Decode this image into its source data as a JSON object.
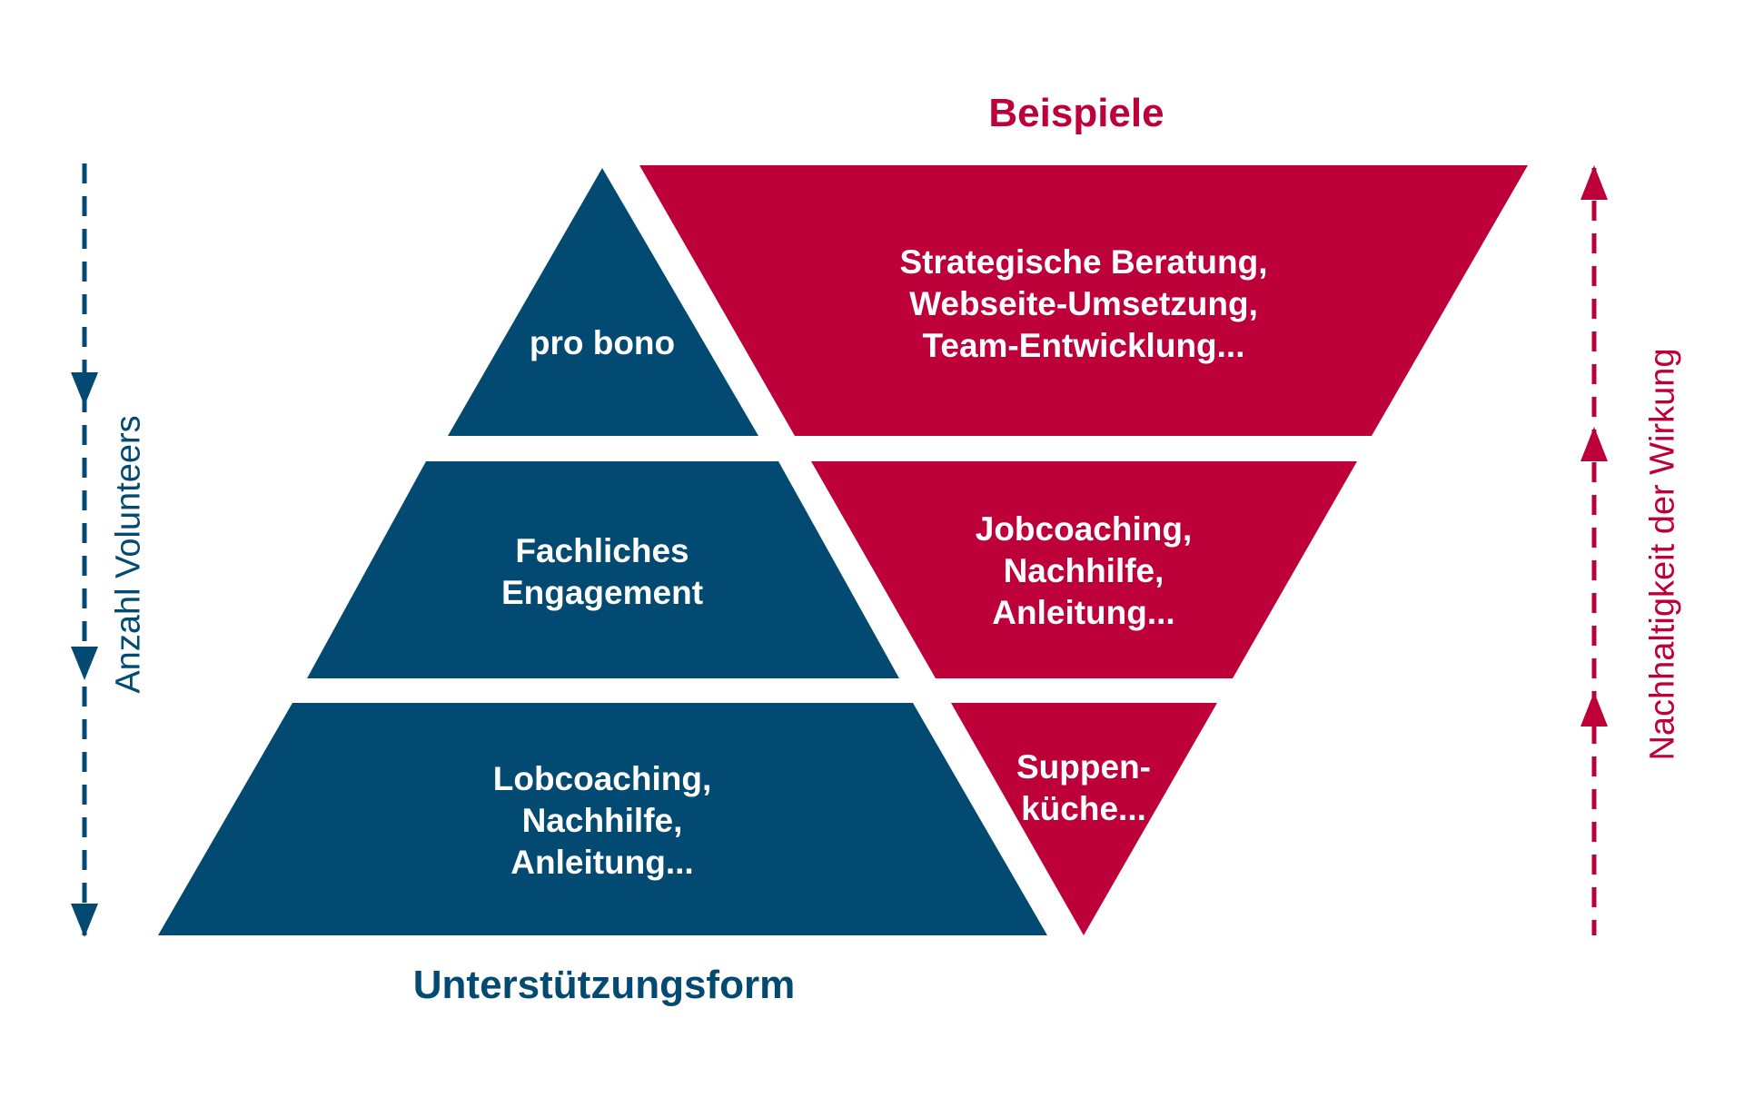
{
  "colors": {
    "blue": "#034A73",
    "red": "#BE003A"
  },
  "titles": {
    "examples": "Beispiele",
    "support_form": "Unterstützungsform"
  },
  "axes": {
    "left": {
      "label": "Anzahl Volunteers",
      "direction": "down"
    },
    "right": {
      "label": "Nachhaltigkeit der Wirkung",
      "direction": "up"
    }
  },
  "pyramid": {
    "levels": [
      {
        "lines": [
          "pro bono"
        ]
      },
      {
        "lines": [
          "Fachliches",
          "Engagement"
        ]
      },
      {
        "lines": [
          "Lobcoaching,",
          "Nachhilfe,",
          "Anleitung..."
        ]
      }
    ]
  },
  "inverted": {
    "levels": [
      {
        "lines": [
          "Strategische Beratung,",
          "Webseite-Umsetzung,",
          "Team-Entwicklung..."
        ]
      },
      {
        "lines": [
          "Jobcoaching,",
          "Nachhilfe,",
          "Anleitung..."
        ]
      },
      {
        "lines": [
          "Suppen-",
          "küche..."
        ]
      }
    ]
  }
}
